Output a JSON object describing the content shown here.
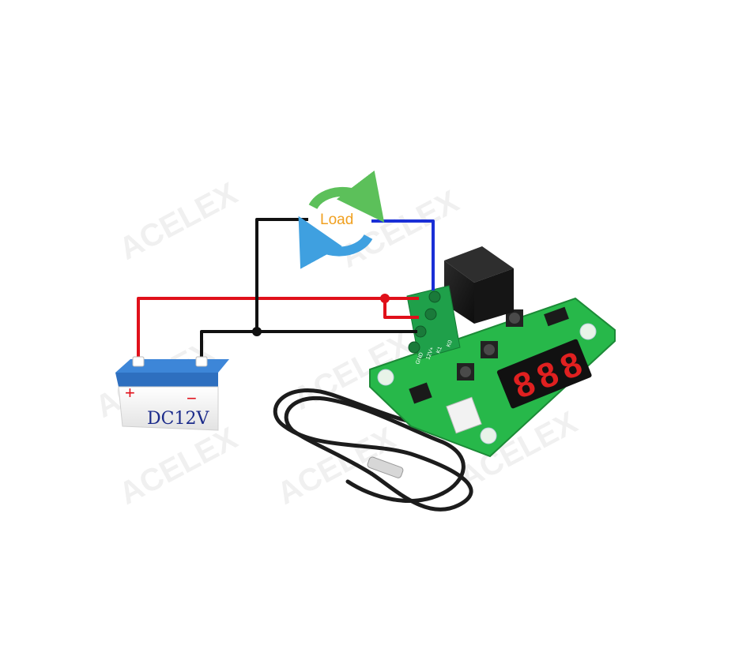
{
  "watermark": {
    "text": "ACELEX"
  },
  "load": {
    "label": "Load"
  },
  "battery": {
    "label": "DC12V",
    "plus_symbol": "+",
    "minus_symbol": "−"
  },
  "board": {
    "pin_labels": [
      "GND",
      "12V+",
      "K1",
      "K0"
    ],
    "display_digits": [
      "8",
      "8",
      "8"
    ]
  },
  "colors": {
    "wire_positive": "#e0101a",
    "wire_ground": "#111111",
    "wire_load": "#1a2fd6",
    "battery_top": "#3d86d8",
    "battery_body": "#f3f3f3",
    "pcb": "#27b84a",
    "terminal": "#1fa04a",
    "relay": "#1a1a1a",
    "arrow_green": "#5cc05a",
    "arrow_blue": "#3fa0e0",
    "load_text": "#f0a020"
  }
}
